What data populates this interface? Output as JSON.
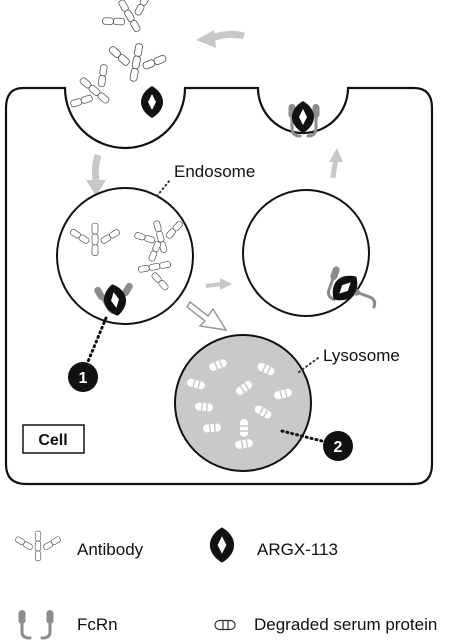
{
  "labels": {
    "endosome": "Endosome",
    "lysosome": "Lysosome",
    "cell": "Cell"
  },
  "badges": [
    "1",
    "2"
  ],
  "legend": {
    "antibody": "Antibody",
    "argx": "ARGX-113",
    "fcrn": "FcRn",
    "degraded": "Degraded serum protein"
  },
  "colors": {
    "arrow_gray": "#c8c8c8",
    "lysosome_fill": "#c9c9c9",
    "ink": "#111111",
    "fcrn_gray": "#8c8c8c"
  }
}
